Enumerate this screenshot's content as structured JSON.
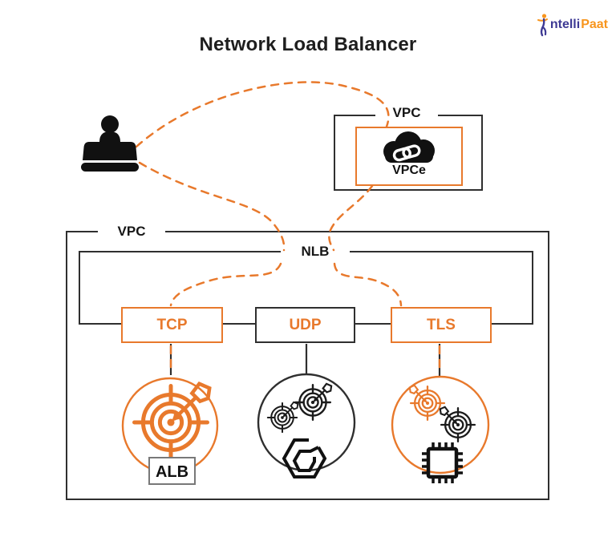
{
  "page": {
    "title": "Network Load Balancer"
  },
  "logo": {
    "text_primary": "ntelli",
    "text_secondary": "Paat"
  },
  "colors": {
    "accent_orange": "#e8792c",
    "line_dark": "#2f2f2f",
    "logo_blue": "#3e3a94",
    "logo_orange": "#f8951d"
  },
  "diagram": {
    "endpoint_vpc": {
      "label": "VPC",
      "endpoint_label": "VPCe"
    },
    "main_vpc": {
      "label": "VPC",
      "load_balancer_label": "NLB"
    },
    "listeners": [
      {
        "label": "TCP"
      },
      {
        "label": "UDP"
      },
      {
        "label": "TLS"
      }
    ],
    "target_groups": [
      {
        "label": "ALB"
      },
      {
        "label": ""
      },
      {
        "label": ""
      }
    ]
  }
}
